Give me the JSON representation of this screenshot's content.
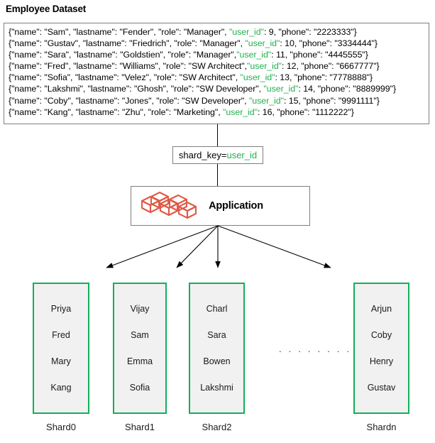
{
  "diagram": {
    "title": "Employee Dataset",
    "dataset_records": [
      {
        "prefix": "{\"name\": \"Sam\", \"lastname\": \"Fender\", \"role\": \"Manager\", ",
        "key": "\"user_id\"",
        "suffix": ": 9,  \"phone\": \"2223333\"}"
      },
      {
        "prefix": "{\"name\": \"Gustav\", \"lastname\": \"Friedrich\", \"role\": \"Manager\", ",
        "key": "\"user_id\"",
        "suffix": ": 10, \"phone\": \"3334444\"}"
      },
      {
        "prefix": "{\"name\": \"Sara\", \"lastname\": \"Goldstien\", \"role\": \"Manager\",",
        "key": "\"user_id\"",
        "suffix": ": 11, \"phone\": \"4445555\"}"
      },
      {
        "prefix": "{\"name\": \"Fred\", \"lastname\": \"Williams\", \"role\": \"SW Architect\",",
        "key": "\"user_id\"",
        "suffix": ": 12, \"phone\": \"6667777\"}"
      },
      {
        "prefix": "{\"name\": \"Sofia\", \"lastname\": \"Velez\", \"role\": \"SW Architect\", ",
        "key": "\"user_id\"",
        "suffix": ": 13, \"phone\": \"7778888\"}"
      },
      {
        "prefix": "{\"name\": \"Lakshmi\", \"lastname\": \"Ghosh\", \"role\": \"SW Developer\", ",
        "key": "\"user_id\"",
        "suffix": ": 14, \"phone\": \"8889999\"}"
      },
      {
        "prefix": "{\"name\": \"Coby\", \"lastname\": \"Jones\", \"role\": \"SW Developer\", ",
        "key": "\"user_id\"",
        "suffix": ": 15, \"phone\": \"9991111\"}"
      },
      {
        "prefix": "{\"name\": \"Kang\", \"lastname\": \"Zhu\", \"role\": \"Marketing\", ",
        "key": "\"user_id\"",
        "suffix": ": 16, \"phone\": \"1112222\"}"
      }
    ],
    "shard_key": {
      "label": "shard_key=",
      "value": "user_id"
    },
    "application": {
      "label": "Application",
      "icon": "stacked-cubes-icon"
    },
    "ellipsis": ". . . . . . . .",
    "shards": [
      {
        "label": "Shard0",
        "names": [
          "Priya",
          "Fred",
          "Mary",
          "Kang"
        ]
      },
      {
        "label": "Shard1",
        "names": [
          "Vijay",
          "Sam",
          "Emma",
          "Sofia"
        ]
      },
      {
        "label": "Shard2",
        "names": [
          "Charl",
          "Sara",
          "Bowen",
          "Lakshmi"
        ]
      },
      {
        "label": "Shardn",
        "names": [
          "Arjun",
          "Coby",
          "Henry",
          "Gustav"
        ]
      }
    ],
    "colors": {
      "shard_border_green": "#12b05a",
      "shard_fill": "#f1f1f1",
      "highlight_green": "#21b14c",
      "cubes_red": "#e05a47",
      "box_border_gray": "#808080",
      "arrow_black": "#000000"
    }
  }
}
